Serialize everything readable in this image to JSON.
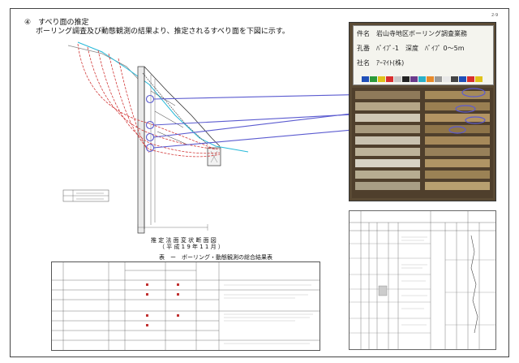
{
  "page": {
    "heading": "④　すべり面の推定",
    "subheading": "ボーリング調査及び動態観測の結果より、推定されるすべり面を下図に示す。",
    "page_number": "2-9"
  },
  "section": {
    "caption": "推 定 法 面 変 状 断 面 図",
    "caption_sub": "（ 平 成 1 9 年 1 1 月 ）"
  },
  "photo": {
    "board_line1": "件名　岩山寺地区ボーリング調査業務",
    "board_line2": "孔番　ﾊﾟｲﾌﾟ-1　深度　ﾊﾟｲﾌﾟ 0～5m",
    "board_line3": "社名　ｱｰﾏｲﾄ(株)"
  },
  "table": {
    "caption": "表　ー　ボーリング・動態観測の総合結果表"
  },
  "colors": {
    "slip_red": "#d23a3a",
    "link_purple": "#5b5bd0",
    "water_cyan": "#27b9d9"
  }
}
